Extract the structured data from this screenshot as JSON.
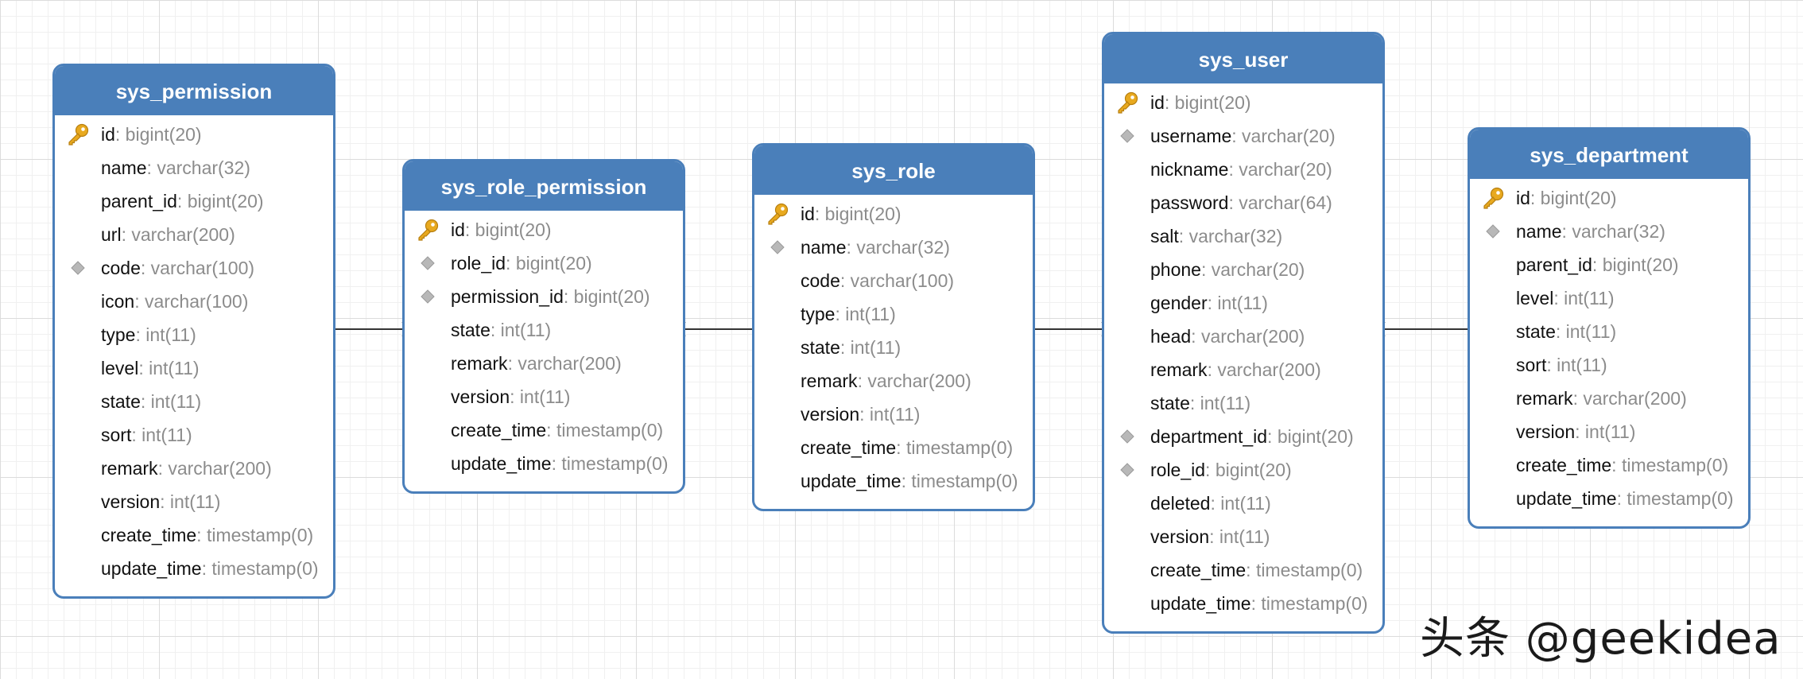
{
  "tables": [
    {
      "name": "sys_permission",
      "fields": [
        {
          "name": "id",
          "type": ": bigint(20)",
          "marker": "key"
        },
        {
          "name": "name",
          "type": ": varchar(32)",
          "marker": "none"
        },
        {
          "name": "parent_id",
          "type": ": bigint(20)",
          "marker": "none"
        },
        {
          "name": "url",
          "type": ": varchar(200)",
          "marker": "none"
        },
        {
          "name": "code",
          "type": ": varchar(100)",
          "marker": "index"
        },
        {
          "name": "icon",
          "type": ": varchar(100)",
          "marker": "none"
        },
        {
          "name": "type",
          "type": ": int(11)",
          "marker": "none"
        },
        {
          "name": "level",
          "type": ": int(11)",
          "marker": "none"
        },
        {
          "name": "state",
          "type": ": int(11)",
          "marker": "none"
        },
        {
          "name": "sort",
          "type": ": int(11)",
          "marker": "none"
        },
        {
          "name": "remark",
          "type": ": varchar(200)",
          "marker": "none"
        },
        {
          "name": "version",
          "type": ": int(11)",
          "marker": "none"
        },
        {
          "name": "create_time",
          "type": ": timestamp(0)",
          "marker": "none"
        },
        {
          "name": "update_time",
          "type": ": timestamp(0)",
          "marker": "none"
        }
      ]
    },
    {
      "name": "sys_role_permission",
      "fields": [
        {
          "name": "id",
          "type": ": bigint(20)",
          "marker": "key"
        },
        {
          "name": "role_id",
          "type": ": bigint(20)",
          "marker": "index"
        },
        {
          "name": "permission_id",
          "type": ": bigint(20)",
          "marker": "index"
        },
        {
          "name": "state",
          "type": ": int(11)",
          "marker": "none"
        },
        {
          "name": "remark",
          "type": ": varchar(200)",
          "marker": "none"
        },
        {
          "name": "version",
          "type": ": int(11)",
          "marker": "none"
        },
        {
          "name": "create_time",
          "type": ": timestamp(0)",
          "marker": "none"
        },
        {
          "name": "update_time",
          "type": ": timestamp(0)",
          "marker": "none"
        }
      ]
    },
    {
      "name": "sys_role",
      "fields": [
        {
          "name": "id",
          "type": ": bigint(20)",
          "marker": "key"
        },
        {
          "name": "name",
          "type": ": varchar(32)",
          "marker": "index"
        },
        {
          "name": "code",
          "type": ": varchar(100)",
          "marker": "none"
        },
        {
          "name": "type",
          "type": ": int(11)",
          "marker": "none"
        },
        {
          "name": "state",
          "type": ": int(11)",
          "marker": "none"
        },
        {
          "name": "remark",
          "type": ": varchar(200)",
          "marker": "none"
        },
        {
          "name": "version",
          "type": ": int(11)",
          "marker": "none"
        },
        {
          "name": "create_time",
          "type": ": timestamp(0)",
          "marker": "none"
        },
        {
          "name": "update_time",
          "type": ": timestamp(0)",
          "marker": "none"
        }
      ]
    },
    {
      "name": "sys_user",
      "fields": [
        {
          "name": "id",
          "type": ": bigint(20)",
          "marker": "key"
        },
        {
          "name": "username",
          "type": ": varchar(20)",
          "marker": "index"
        },
        {
          "name": "nickname",
          "type": ": varchar(20)",
          "marker": "none"
        },
        {
          "name": "password",
          "type": ": varchar(64)",
          "marker": "none"
        },
        {
          "name": "salt",
          "type": ": varchar(32)",
          "marker": "none"
        },
        {
          "name": "phone",
          "type": ": varchar(20)",
          "marker": "none"
        },
        {
          "name": "gender",
          "type": ": int(11)",
          "marker": "none"
        },
        {
          "name": "head",
          "type": ": varchar(200)",
          "marker": "none"
        },
        {
          "name": "remark",
          "type": ": varchar(200)",
          "marker": "none"
        },
        {
          "name": "state",
          "type": ": int(11)",
          "marker": "none"
        },
        {
          "name": "department_id",
          "type": ": bigint(20)",
          "marker": "index"
        },
        {
          "name": "role_id",
          "type": ": bigint(20)",
          "marker": "index"
        },
        {
          "name": "deleted",
          "type": ": int(11)",
          "marker": "none"
        },
        {
          "name": "version",
          "type": ": int(11)",
          "marker": "none"
        },
        {
          "name": "create_time",
          "type": ": timestamp(0)",
          "marker": "none"
        },
        {
          "name": "update_time",
          "type": ": timestamp(0)",
          "marker": "none"
        }
      ]
    },
    {
      "name": "sys_department",
      "fields": [
        {
          "name": "id",
          "type": ": bigint(20)",
          "marker": "key"
        },
        {
          "name": "name",
          "type": ": varchar(32)",
          "marker": "index"
        },
        {
          "name": "parent_id",
          "type": ": bigint(20)",
          "marker": "none"
        },
        {
          "name": "level",
          "type": ": int(11)",
          "marker": "none"
        },
        {
          "name": "state",
          "type": ": int(11)",
          "marker": "none"
        },
        {
          "name": "sort",
          "type": ": int(11)",
          "marker": "none"
        },
        {
          "name": "remark",
          "type": ": varchar(200)",
          "marker": "none"
        },
        {
          "name": "version",
          "type": ": int(11)",
          "marker": "none"
        },
        {
          "name": "create_time",
          "type": ": timestamp(0)",
          "marker": "none"
        },
        {
          "name": "update_time",
          "type": ": timestamp(0)",
          "marker": "none"
        }
      ]
    }
  ],
  "relationships": [
    {
      "from": "sys_permission",
      "to": "sys_role_permission",
      "from_end": "one",
      "to_end": "zero-or-many"
    },
    {
      "from": "sys_role_permission",
      "to": "sys_role",
      "from_end": "zero-or-many",
      "to_end": "one"
    },
    {
      "from": "sys_role",
      "to": "sys_user",
      "from_end": "one",
      "to_end": "zero-or-many"
    },
    {
      "from": "sys_user",
      "to": "sys_department",
      "from_end": "zero-or-many",
      "to_end": "one"
    }
  ],
  "colors": {
    "header": "#4a7fba",
    "border": "#4a7fba",
    "key": "#e8a91f",
    "index": "#b8b8b8",
    "type_text": "#8c8c8c"
  },
  "icons": {
    "key": "key-icon",
    "index": "index-diamond-icon"
  },
  "watermark": "头条 @geekidea"
}
